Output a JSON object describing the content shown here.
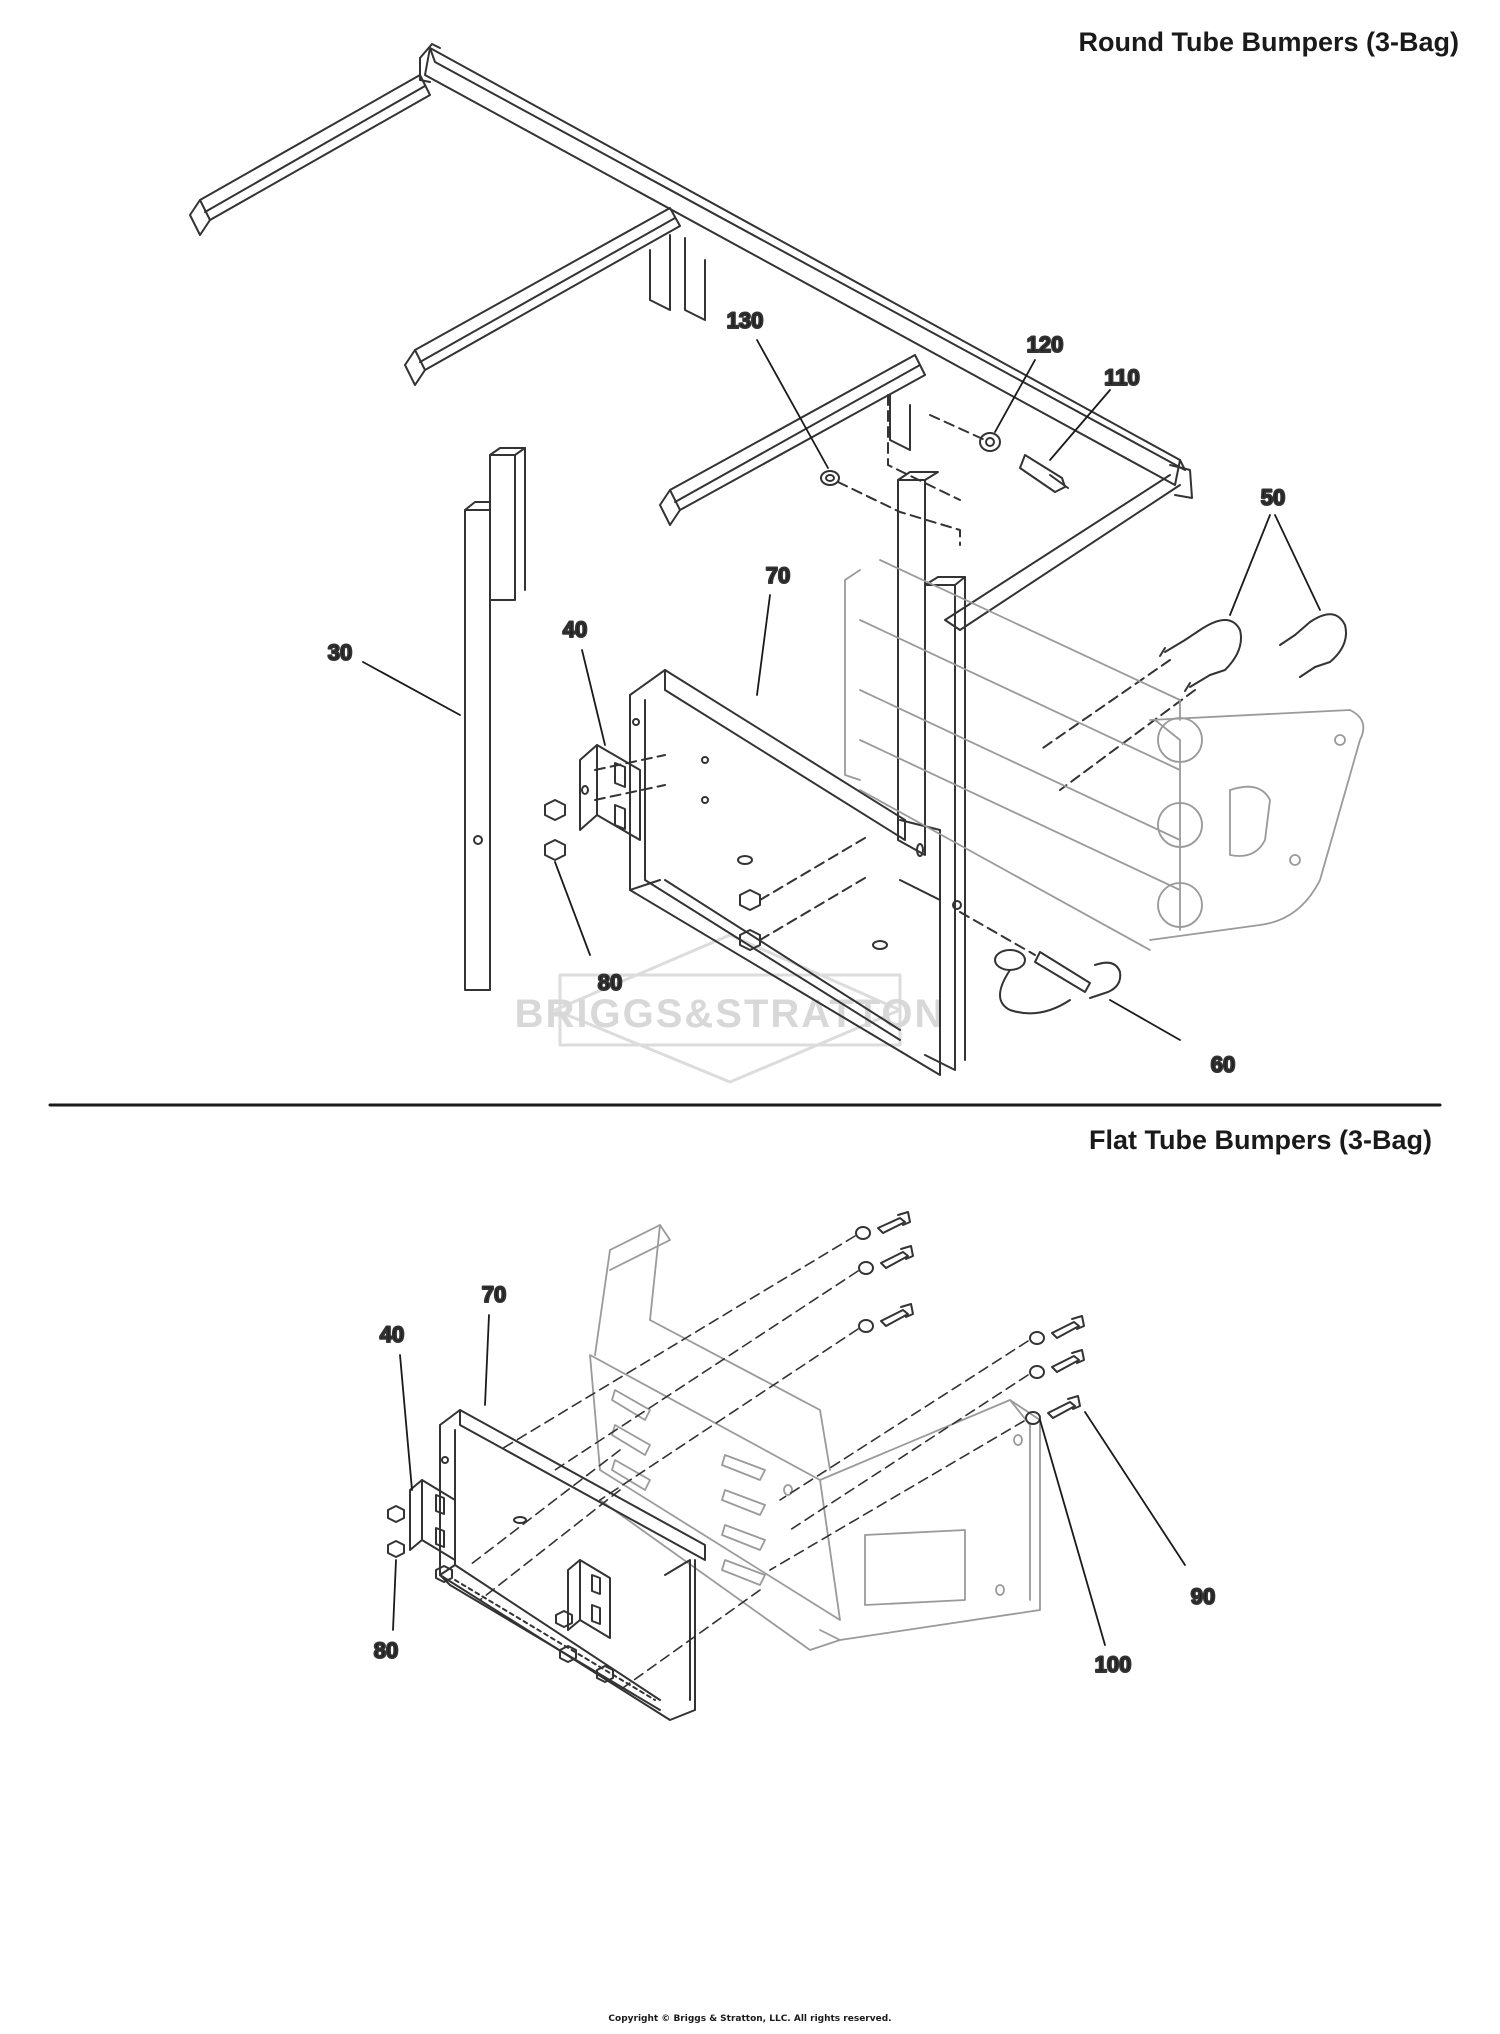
{
  "sections": [
    {
      "title": "Round Tube Bumpers (3-Bag)"
    },
    {
      "title": "Flat Tube Bumpers (3-Bag)"
    }
  ],
  "callouts": {
    "round": {
      "c130": "130",
      "c120": "120",
      "c110": "110",
      "c50": "50",
      "c70": "70",
      "c40": "40",
      "c30": "30",
      "c80": "80",
      "c60": "60"
    },
    "flat": {
      "c70": "70",
      "c40": "40",
      "c80": "80",
      "c100": "100",
      "c90": "90"
    }
  },
  "watermark": "BRIGGS&STRATTON",
  "copyright": "Copyright © Briggs & Stratton, LLC. All rights reserved."
}
